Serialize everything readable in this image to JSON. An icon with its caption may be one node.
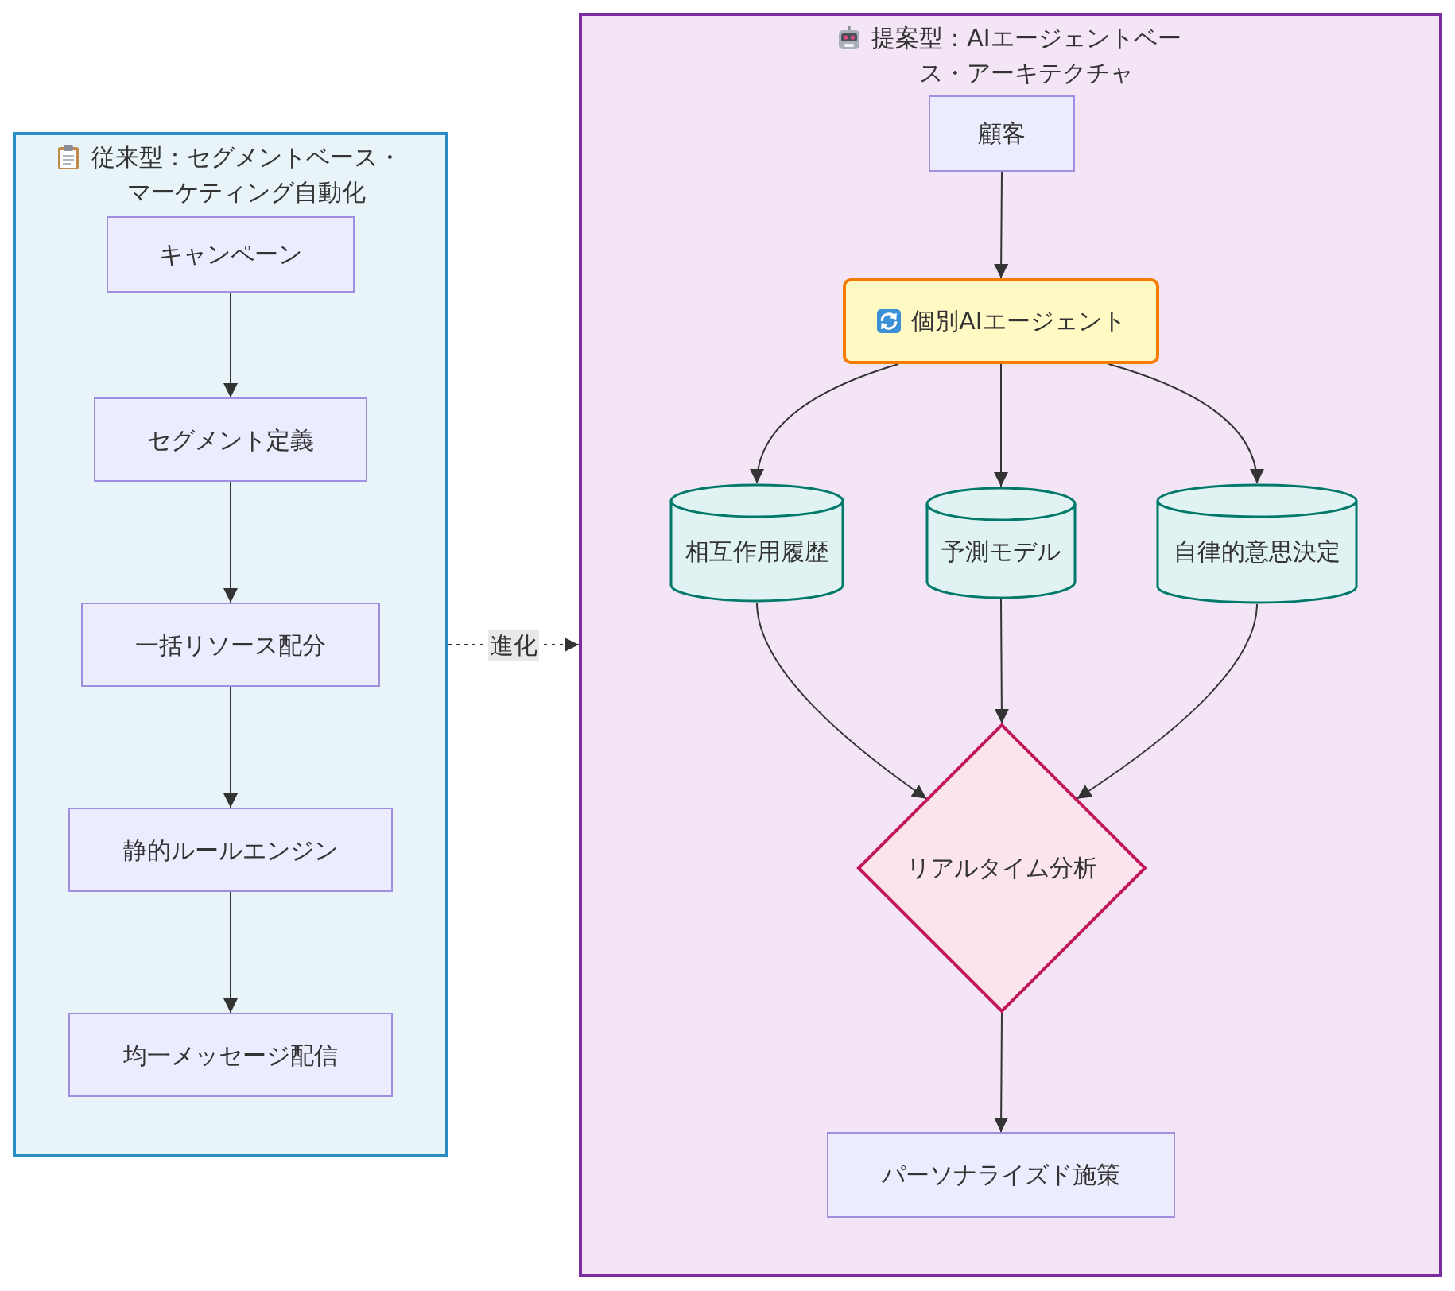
{
  "diagram": {
    "nodes": [
      {
        "text": [
          "従来型：セグメントベース・マーケティング自動化"
        ]
      },
      {
        "text": [
          "キャンペーン"
        ],
        "in": 0
      },
      {
        "text": [
          "セグメント定義"
        ],
        "in": 0
      },
      {
        "text": [
          "一括リソース配分"
        ],
        "in": 0
      },
      {
        "text": [
          "静的ルールエンジン"
        ],
        "in": 0
      },
      {
        "text": [
          "均一メッセージ配信"
        ],
        "in": 0
      },
      {
        "text": [
          "提案型：AIエージェントベース・アーキテクチャ"
        ]
      },
      {
        "text": [
          "顧客"
        ],
        "in": 6
      },
      {
        "text": [
          "個別AIエージェント"
        ],
        "in": 6
      },
      {
        "text": [
          "相互作用履歴"
        ],
        "in": 6
      },
      {
        "text": [
          "予測モデル"
        ],
        "in": 6
      },
      {
        "text": [
          "自律的意思決定"
        ],
        "in": 6
      },
      {
        "text": [
          "リアルタイム分析"
        ],
        "in": 6
      },
      {
        "text": [
          "パーソナライズド施策"
        ],
        "in": 6
      }
    ],
    "edges": [
      {
        "from": 1,
        "to": 2,
        "arrow": "to"
      },
      {
        "from": 2,
        "to": 3,
        "arrow": "to"
      },
      {
        "from": 3,
        "to": 4,
        "arrow": "to"
      },
      {
        "from": 4,
        "to": 5,
        "arrow": "to"
      },
      {
        "from": 0,
        "to": 6,
        "arrow": "to",
        "label": "進化",
        "style": "dashed"
      },
      {
        "from": 7,
        "to": 8,
        "arrow": "to"
      },
      {
        "from": 8,
        "to": 9,
        "arrow": "to"
      },
      {
        "from": 8,
        "to": 10,
        "arrow": "to"
      },
      {
        "from": 8,
        "to": 11,
        "arrow": "to"
      },
      {
        "from": 9,
        "to": 12,
        "arrow": "to"
      },
      {
        "from": 10,
        "to": 12,
        "arrow": "to"
      },
      {
        "from": 11,
        "to": 12,
        "arrow": "to"
      },
      {
        "from": 12,
        "to": 13,
        "arrow": "to"
      }
    ]
  }
}
